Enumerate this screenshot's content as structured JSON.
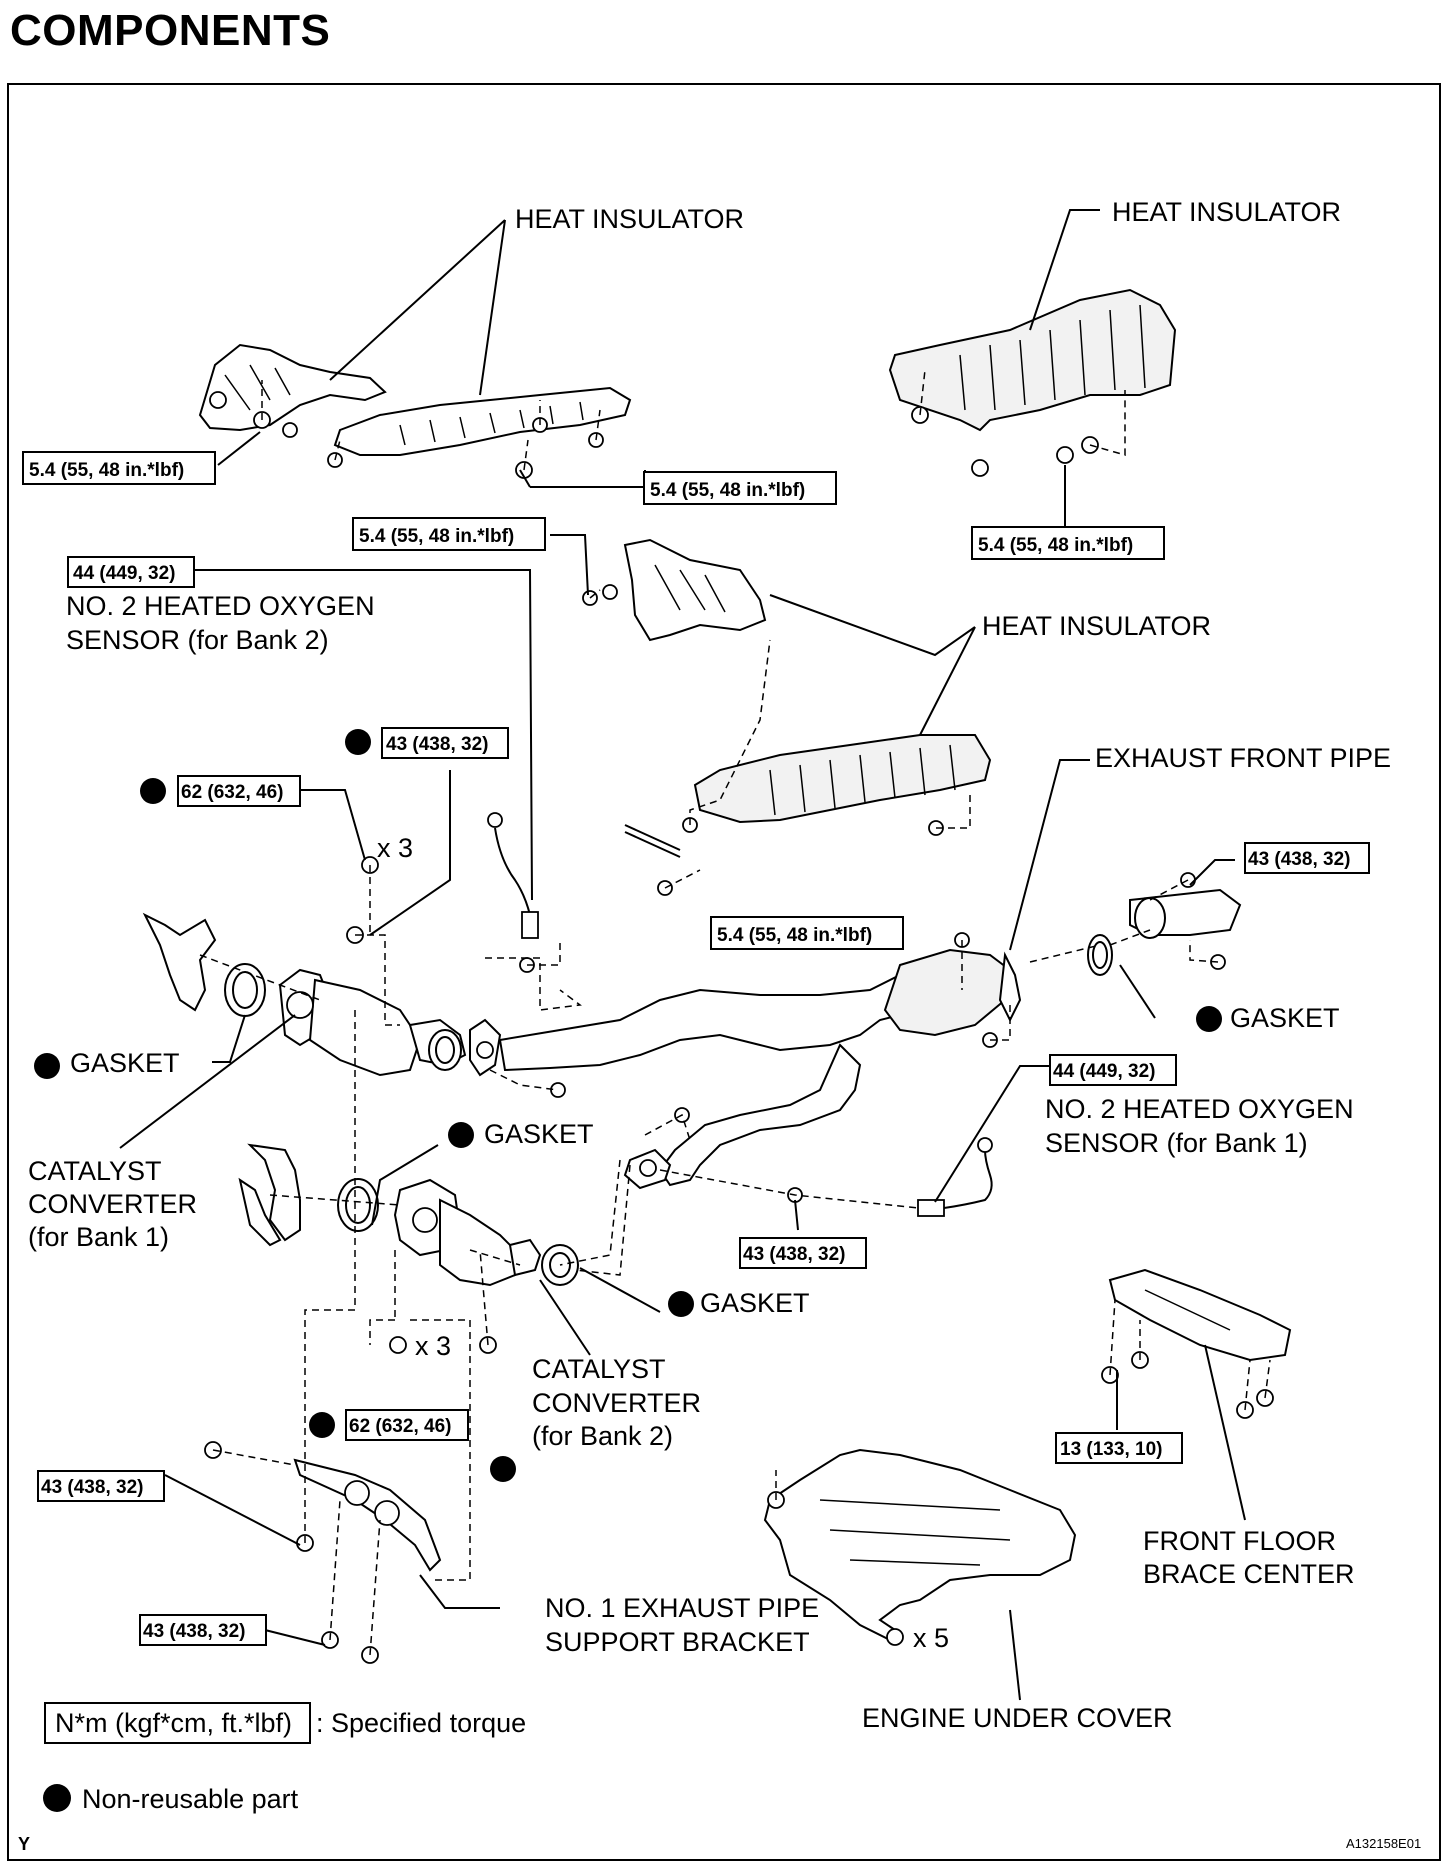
{
  "title": "COMPONENTS",
  "labels": {
    "heat_insulator_1": "HEAT INSULATOR",
    "heat_insulator_2": "HEAT INSULATOR",
    "heat_insulator_3": "HEAT INSULATOR",
    "sensor_bank2_line1": "NO. 2 HEATED OXYGEN",
    "sensor_bank2_line2": "SENSOR (for Bank 2)",
    "exhaust_front_pipe": "EXHAUST FRONT PIPE",
    "gasket_left": "GASKET",
    "gasket_right": "GASKET",
    "gasket_mid": "GASKET",
    "gasket_low": "GASKET",
    "catalyst_b1_line1": "CATALYST",
    "catalyst_b1_line2": "CONVERTER",
    "catalyst_b1_line3": "(for Bank 1)",
    "catalyst_b2_line1": "CATALYST",
    "catalyst_b2_line2": "CONVERTER",
    "catalyst_b2_line3": "(for Bank 2)",
    "sensor_bank1_line1": "NO. 2 HEATED OXYGEN",
    "sensor_bank1_line2": "SENSOR (for Bank 1)",
    "bracket_line1": "NO. 1 EXHAUST PIPE",
    "bracket_line2": "SUPPORT BRACKET",
    "brace_line1": "FRONT FLOOR",
    "brace_line2": "BRACE CENTER",
    "engine_under_cover": "ENGINE UNDER COVER",
    "qty_x3_a": "x 3",
    "qty_x3_b": "x 3",
    "qty_x5": "x 5"
  },
  "torques": {
    "t1": "5.4 (55, 48 in.*lbf)",
    "t2": "5.4 (55, 48 in.*lbf)",
    "t3": "5.4 (55, 48 in.*lbf)",
    "t4": "5.4 (55, 48 in.*lbf)",
    "t5": "5.4 (55, 48 in.*lbf)",
    "t6": "44 (449, 32)",
    "t7": "43 (438, 32)",
    "t8": "62 (632, 46)",
    "t9": "43 (438, 32)",
    "t10": "44 (449, 32)",
    "t11": "43 (438, 32)",
    "t12": "62 (632, 46)",
    "t13": "43 (438, 32)",
    "t14": "13 (133, 10)",
    "t15": "43 (438, 32)"
  },
  "legend": {
    "torque_key": "N*m (kgf*cm, ft.*lbf)",
    "torque_desc": ": Specified torque",
    "nonreusable_desc": "Non-reusable part"
  },
  "footer": {
    "left_mark": "Y",
    "figure_id": "A132158E01"
  }
}
